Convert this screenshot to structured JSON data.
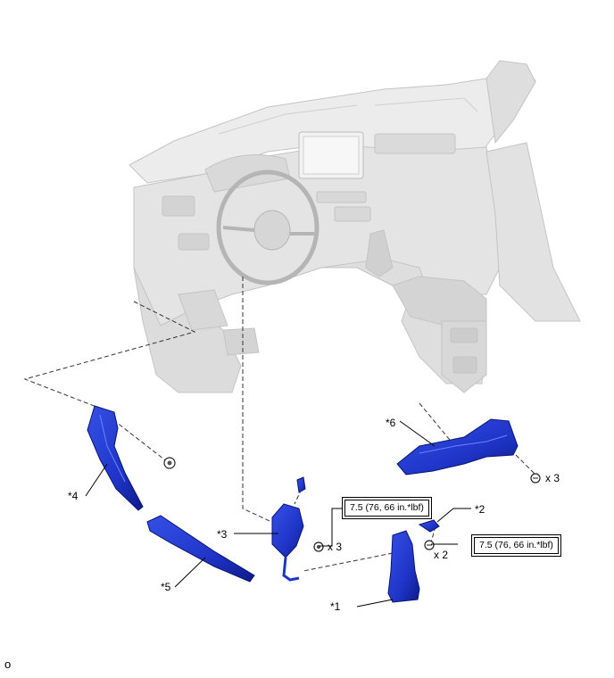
{
  "callouts": {
    "c1": "*1",
    "c2": "*2",
    "c3": "*3",
    "c4": "*4",
    "c5": "*5",
    "c6": "*6"
  },
  "quantities": {
    "q3_nuts": "x 3",
    "q2_screws": "x 2",
    "q3_bolts": "x 3"
  },
  "torques": {
    "upper": "7.5 (76, 66 in.*lbf)",
    "lower": "7.5 (76, 66 in.*lbf)"
  },
  "page_marker": "o",
  "colors": {
    "part_blue": "#1f35c8",
    "part_dark": "#0d1a8a",
    "interior_gray": "#e6e6e6",
    "interior_line": "#c2c2c2"
  }
}
